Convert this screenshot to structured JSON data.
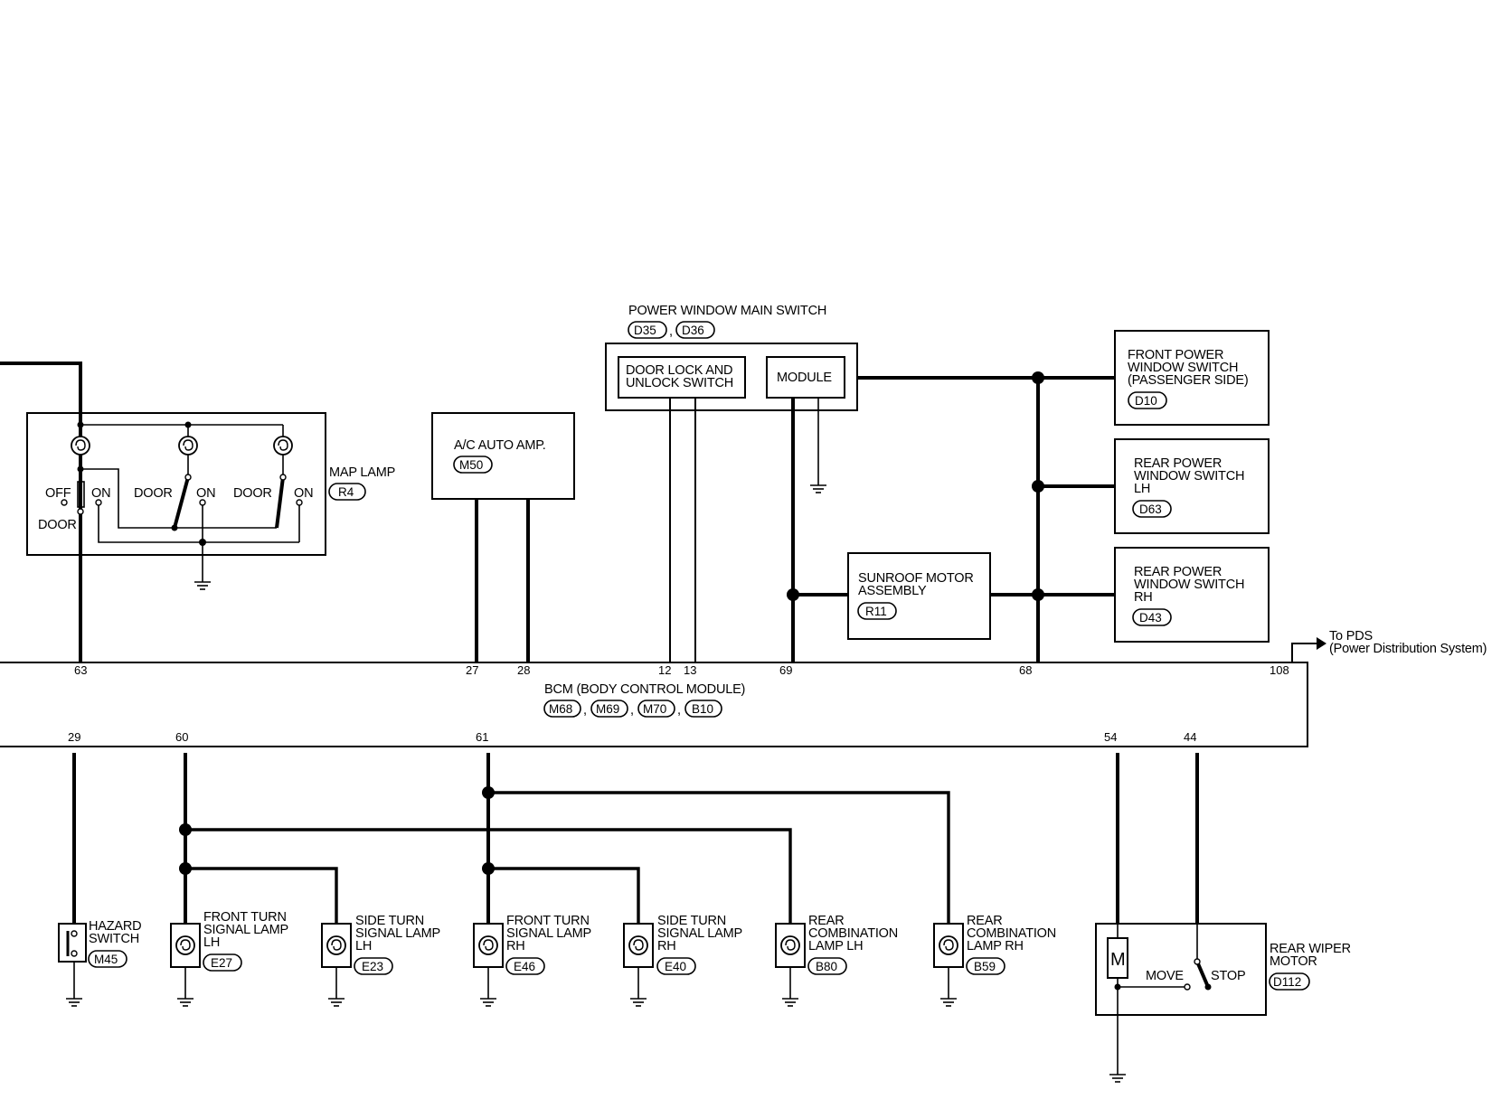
{
  "bcm": {
    "title": "BCM (BODY CONTROL MODULE)",
    "connectors": [
      "M68",
      "M69",
      "M70",
      "B10"
    ],
    "top_pins": [
      "63",
      "27",
      "28",
      "12",
      "13",
      "69",
      "68",
      "108"
    ],
    "bottom_pins": [
      "29",
      "60",
      "61",
      "54",
      "44"
    ]
  },
  "map_lamp": {
    "title": "MAP LAMP",
    "connector": "R4",
    "off": "OFF",
    "on": "ON",
    "door": "DOOR"
  },
  "ac_amp": {
    "title": "A/C AUTO AMP.",
    "connector": "M50"
  },
  "pw_main": {
    "title": "POWER WINDOW MAIN SWITCH",
    "connectors": [
      "D35",
      "D36"
    ],
    "door_lock_line1": "DOOR LOCK AND",
    "door_lock_line2": "UNLOCK SWITCH",
    "module": "MODULE"
  },
  "front_pw_switch": {
    "lines": [
      "FRONT POWER",
      "WINDOW SWITCH",
      "(PASSENGER SIDE)"
    ],
    "connector": "D10"
  },
  "rear_pw_lh": {
    "lines": [
      "REAR POWER",
      "WINDOW SWITCH",
      "LH"
    ],
    "connector": "D63"
  },
  "rear_pw_rh": {
    "lines": [
      "REAR POWER",
      "WINDOW SWITCH",
      "RH"
    ],
    "connector": "D43"
  },
  "sunroof": {
    "lines": [
      "SUNROOF MOTOR",
      "ASSEMBLY"
    ],
    "connector": "R11"
  },
  "pds": {
    "lines": [
      "To PDS",
      "(Power Distribution System)"
    ]
  },
  "hazard": {
    "lines": [
      "HAZARD",
      "SWITCH"
    ],
    "connector": "M45"
  },
  "lamps": [
    {
      "lines": [
        "FRONT TURN",
        "SIGNAL LAMP",
        "LH"
      ],
      "connector": "E27"
    },
    {
      "lines": [
        "SIDE TURN",
        "SIGNAL LAMP",
        "LH"
      ],
      "connector": "E23"
    },
    {
      "lines": [
        "FRONT TURN",
        "SIGNAL LAMP",
        "RH"
      ],
      "connector": "E46"
    },
    {
      "lines": [
        "SIDE TURN",
        "SIGNAL LAMP",
        "RH"
      ],
      "connector": "E40"
    },
    {
      "lines": [
        "REAR",
        "COMBINATION",
        "LAMP LH"
      ],
      "connector": "B80"
    },
    {
      "lines": [
        "REAR",
        "COMBINATION",
        "LAMP RH"
      ],
      "connector": "B59"
    }
  ],
  "rear_wiper": {
    "lines": [
      "REAR WIPER",
      "MOTOR"
    ],
    "connector": "D112",
    "motor": "M",
    "move": "MOVE",
    "stop": "STOP"
  }
}
